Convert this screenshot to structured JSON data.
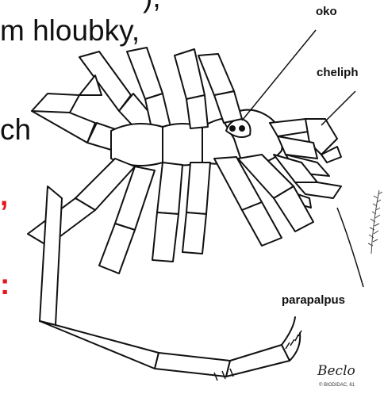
{
  "background_text": {
    "line1_tail": "),",
    "line2": "m hloubky,",
    "line3_tail": "ch",
    "line4_tail": ",",
    "line5_tail": ":"
  },
  "labels": {
    "eye": "oko",
    "cheliped": "cheliph",
    "parapalp": "parapalpus"
  },
  "signature": "Beclo",
  "credit": "© BIODIDAC, 61",
  "colors": {
    "accent_red": "#e8141c",
    "ink": "#111111"
  },
  "icons": [
    "sea-spider-drawing",
    "seaweed-drawing"
  ]
}
